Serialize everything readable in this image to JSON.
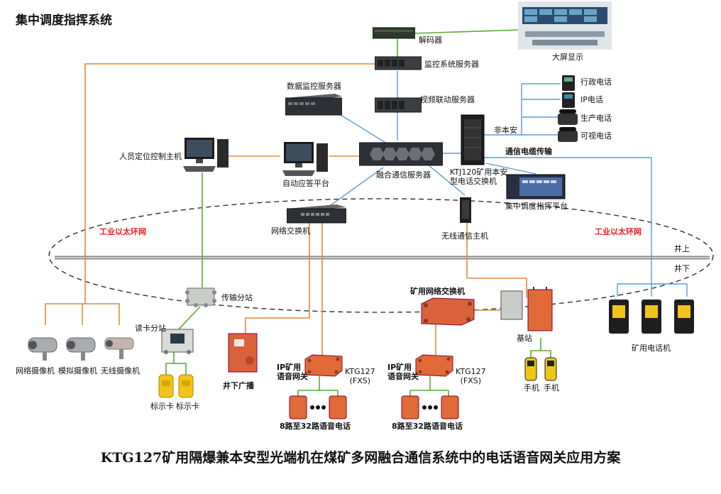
{
  "title": "集中调度指挥系统",
  "caption": "KTG127矿用隔爆兼本安型光端机在煤矿多网融合通信系统中的电话语音网关应用方案",
  "zones": {
    "ring_left": "工业以太环网",
    "ring_right": "工业以太环网",
    "above": "井上",
    "below": "井下"
  },
  "labels": {
    "decoder": "解码器",
    "big_screen": "大屏显示",
    "monitor_server": "监控系统服务器",
    "video_server": "视频联动服务器",
    "data_server": "数据监控服务器",
    "admin_phone": "行政电话",
    "ip_phone": "IP电话",
    "prod_phone": "生产电话",
    "video_phone": "可视电话",
    "non_safe": "非本安",
    "cable_trans": "通信电缆传输",
    "ktj_switch": "KTJ120矿用本安\n型电话交换机",
    "positioning_host": "人员定位控制主机",
    "auto_answer": "自动应答平台",
    "fusion_server": "融合通信服务器",
    "dispatch_platform": "集中调度指挥平台",
    "net_switch": "网络交换机",
    "wireless_host": "无线通信主机",
    "trans_sub": "传输分站",
    "reader_sub": "读卡分站",
    "mine_net_switch": "矿用网络交换机",
    "base_station": "基站",
    "mine_phone": "矿用电话机",
    "cam_net": "网络摄像机",
    "cam_analog": "模拟摄像机",
    "cam_wireless": "无线摄像机",
    "tag_card_1": "标示卡",
    "tag_card_2": "标示卡",
    "broadcast": "井下广播",
    "gw1_left": "IP矿用\n语音网关",
    "gw1_right": "KTG127\n(FXS)",
    "gw2_left": "IP矿用\n语音网关",
    "gw2_right": "KTG127\n(FXS)",
    "voice1": "8路至32路语音电话",
    "voice2": "8路至32路语音电话",
    "handset_1": "手机",
    "handset_2": "手机"
  },
  "colors": {
    "green": "#5aa832",
    "orange": "#e08a3c",
    "blue": "#5b9bd5",
    "red": "#e02020"
  },
  "icons": [
    "decoder-icon",
    "video-wall-icon",
    "rack-server-icon",
    "desktop-pc-icon",
    "telephone-icon",
    "cabinet-icon",
    "dispatch-console-icon",
    "network-switch-icon",
    "explosion-proof-box-icon",
    "camera-icon",
    "card-icon",
    "broadcast-box-icon",
    "gateway-icon",
    "mine-phone-icon",
    "handset-icon",
    "base-station-icon"
  ]
}
